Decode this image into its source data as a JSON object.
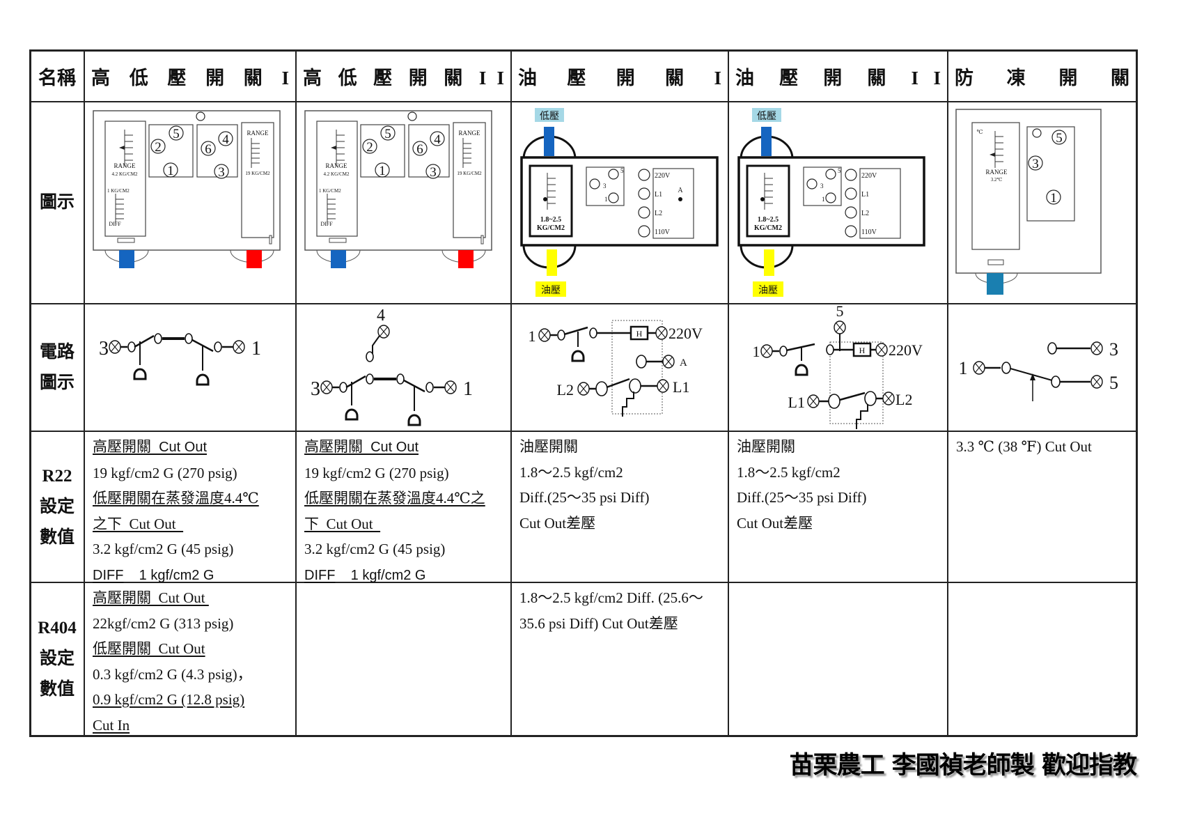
{
  "header": {
    "label": "名稱",
    "columns": [
      "高 低 壓 開 關 I",
      "高 低 壓 開 關 I I",
      "油 壓 開 關 I",
      "油 壓 開 關 I I",
      "防 凍 開 關"
    ]
  },
  "row_labels": {
    "diagram": [
      "圖示"
    ],
    "circuit": [
      "電路",
      "圖示"
    ],
    "r22": [
      "R22",
      "設定",
      "數值"
    ],
    "r404": [
      "R404",
      "設定",
      "數值"
    ]
  },
  "diagrams": {
    "hl1": {
      "n5": "5",
      "n2": "2",
      "n1": "1",
      "n4": "4",
      "n6": "6",
      "n3": "3",
      "range_left": "RANGE",
      "range_left_value": "4.2 KG/CM2",
      "diff_value": "1 KG/CM2",
      "diff": "DIFF",
      "range_right": "RANGE",
      "range_right_value": "19 KG/CM2"
    },
    "hl2": {
      "n5": "5",
      "n2": "2",
      "n1": "1",
      "n4": "4",
      "n6": "6",
      "n3": "3",
      "range_left": "RANGE",
      "range_left_value": "4.2 KG/CM2",
      "diff_value": "1 KG/CM2",
      "diff": "DIFF",
      "range_right": "RANGE",
      "range_right_value": "19 KG/CM2"
    },
    "oil1": {
      "low": "低壓",
      "oil": "油壓",
      "range": "1.8~2.5",
      "unit": "KG/CM2",
      "n3": "3",
      "n5": "5",
      "n1": "1",
      "t220": "220V",
      "tl1": "L1",
      "tl2": "L2",
      "t110": "110V",
      "a": "A"
    },
    "oil2": {
      "low": "低壓",
      "oil": "油壓",
      "range": "1.8~2.5",
      "unit": "KG/CM2",
      "n3": "3",
      "n5": "5",
      "n1": "1",
      "t220": "220V",
      "tl1": "L1",
      "tl2": "L2",
      "t110": "110V"
    },
    "freeze": {
      "deg": "℃",
      "range": "RANGE",
      "range_value": "3.2℃",
      "n5": "5",
      "n3": "3",
      "n1": "1"
    }
  },
  "circuits": {
    "hl1": {
      "left": "3",
      "right": "1"
    },
    "hl2": {
      "top": "4",
      "left": "3",
      "right": "1"
    },
    "oil1": {
      "t1": "1",
      "h": "H",
      "t220": "220V",
      "a": "A",
      "l2": "L2",
      "l1": "L1"
    },
    "oil2": {
      "t5": "5",
      "t1": "1",
      "h": "H",
      "t220": "220V",
      "l1": "L1",
      "l2": "L2"
    },
    "freeze": {
      "t1": "1",
      "t3": "3",
      "t5": "5"
    }
  },
  "r22": [
    [
      [
        {
          "t": "高壓開關",
          "u": true
        },
        {
          "t": "  Cut Out",
          "u": true,
          "sans": true
        }
      ],
      [
        {
          "t": "19 kgf/cm2 G (270 psig)"
        }
      ],
      [
        {
          "t": "低壓開關在蒸發溫度4.4℃",
          "u": true
        }
      ],
      [
        {
          "t": "之下  Cut Out  ",
          "u": true
        }
      ],
      [
        {
          "t": "3.2 kgf/cm2 G (45 psig)"
        }
      ],
      [
        {
          "t": "DIFF",
          "u": true,
          "sans": true
        },
        {
          "t": "    1 kgf/cm2 G",
          "sans": true
        }
      ]
    ],
    [
      [
        {
          "t": "高壓開關",
          "u": true
        },
        {
          "t": "  Cut Out",
          "u": true,
          "sans": true
        }
      ],
      [
        {
          "t": "19 kgf/cm2 G (270 psig)"
        }
      ],
      [
        {
          "t": "低壓開關在蒸發溫度4.4℃之",
          "u": true
        }
      ],
      [
        {
          "t": "下  Cut Out  ",
          "u": true
        }
      ],
      [
        {
          "t": "3.2 kgf/cm2 G (45 psig)"
        }
      ],
      [
        {
          "t": "DIFF",
          "u": true,
          "sans": true
        },
        {
          "t": "    1 kgf/cm2 G",
          "sans": true
        }
      ]
    ],
    [
      [
        {
          "t": "油壓開關"
        }
      ],
      [
        {
          "t": "1.8～2.5 kgf/cm2"
        }
      ],
      [
        {
          "t": "Diff.(25～35 psi Diff)"
        }
      ],
      [
        {
          "t": "Cut Out差壓"
        }
      ]
    ],
    [
      [
        {
          "t": "油壓開關"
        }
      ],
      [
        {
          "t": "1.8～2.5 kgf/cm2"
        }
      ],
      [
        {
          "t": "Diff.(25～35 psi Diff)"
        }
      ],
      [
        {
          "t": "Cut Out差壓"
        }
      ]
    ],
    [
      [
        {
          "t": "3.3 ℃ (38 ℉) Cut Out"
        }
      ]
    ]
  ],
  "r404": [
    [
      [
        {
          "t": "高壓開關  Cut Out ",
          "u": true
        }
      ],
      [
        {
          "t": "22kgf/cm2 G (313 psig)"
        }
      ],
      [
        {
          "t": "低壓開關  Cut Out",
          "u": true
        }
      ],
      [
        {
          "t": "0.3 kgf/cm2 G (4.3 psig)，"
        }
      ],
      [
        {
          "t": "0.9 kgf/cm2 G (12.8 psig)",
          "u": true
        }
      ],
      [
        {
          "t": "Cut In",
          "u": true
        }
      ]
    ],
    [],
    [
      [
        {
          "t": "1.8～2.5 kgf/cm2 Diff. (25.6～"
        }
      ],
      [
        {
          "t": "35.6 psi Diff) Cut Out差壓"
        }
      ]
    ],
    [],
    []
  ],
  "footer": "苗栗農工  李國禎老師製 歡迎指教",
  "colors": {
    "low_pressure": "#1565c0",
    "high_pressure": "#ff0000",
    "oil": "#ffff00",
    "low_label": "#a5d8e6",
    "freeze_pipe": "#1a7fb0"
  }
}
